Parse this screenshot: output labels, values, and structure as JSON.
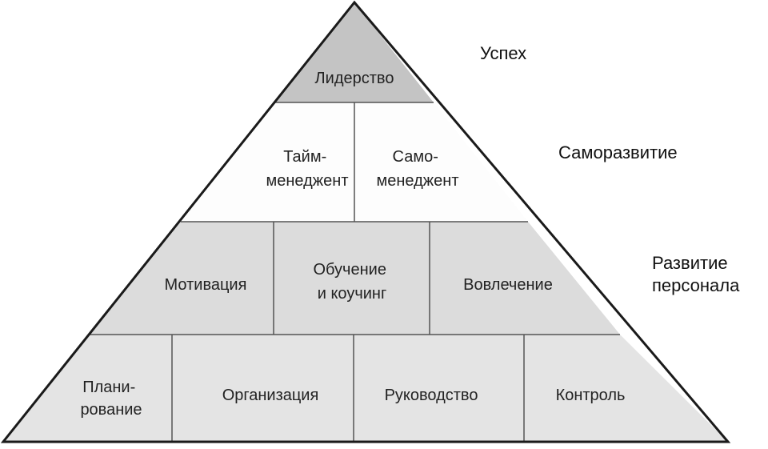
{
  "pyramid": {
    "tier1": {
      "blocks": [
        {
          "lines": [
            "Лидерство"
          ]
        }
      ],
      "label": [
        "Успех"
      ]
    },
    "tier2": {
      "blocks": [
        {
          "lines": [
            "Тайм-",
            "менеджент"
          ]
        },
        {
          "lines": [
            "Само-",
            "менеджент"
          ]
        }
      ],
      "label": [
        "Саморазвитие"
      ]
    },
    "tier3": {
      "blocks": [
        {
          "lines": [
            "Мотивация"
          ]
        },
        {
          "lines": [
            "Обучение",
            "и коучинг"
          ]
        },
        {
          "lines": [
            "Вовлечение"
          ]
        }
      ],
      "label": [
        "Развитие",
        "персонала"
      ]
    },
    "tier4": {
      "blocks": [
        {
          "lines": [
            "Плани-",
            "рование"
          ]
        },
        {
          "lines": [
            "Организация"
          ]
        },
        {
          "lines": [
            "Руководство"
          ]
        },
        {
          "lines": [
            "Контроль"
          ]
        }
      ]
    }
  },
  "colors": {
    "tier1": "#c4c4c4",
    "tier2": "#fdfdfd",
    "tier3": "#dcdcdc",
    "tier4": "#e4e4e4",
    "line": "#1a1a1a"
  }
}
